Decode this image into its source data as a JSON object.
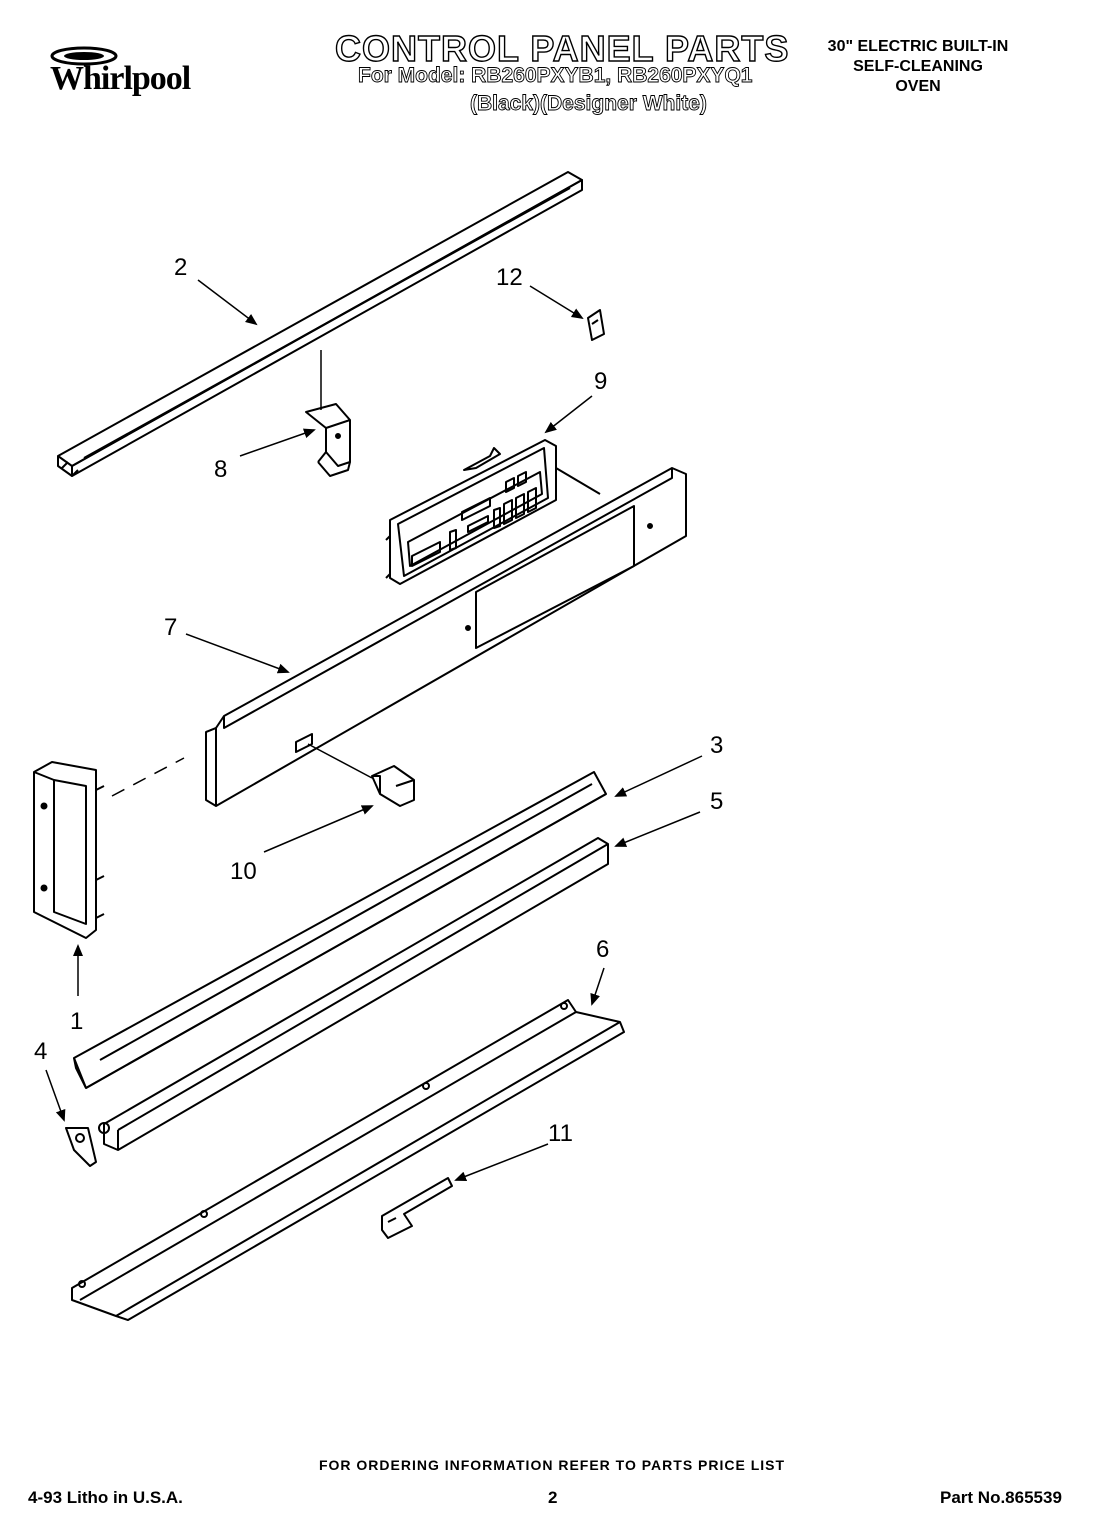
{
  "header": {
    "brand": "Whirlpool",
    "title": "CONTROL PANEL PARTS",
    "models": "For Model: RB260PXYB1, RB260PXYQ1",
    "colors": "(Black)(Designer White)",
    "description": [
      "30\" ELECTRIC BUILT-IN",
      "SELF-CLEANING",
      "OVEN"
    ]
  },
  "callouts": {
    "c1": "1",
    "c2": "2",
    "c3": "3",
    "c4": "4",
    "c5": "5",
    "c6": "6",
    "c7": "7",
    "c8": "8",
    "c9": "9",
    "c10": "10",
    "c11": "11",
    "c12": "12"
  },
  "footer": {
    "ordering": "FOR ORDERING INFORMATION REFER TO PARTS PRICE LIST",
    "litho": "4-93 Litho in U.S.A.",
    "page": "2",
    "part_no": "Part No.865539"
  }
}
